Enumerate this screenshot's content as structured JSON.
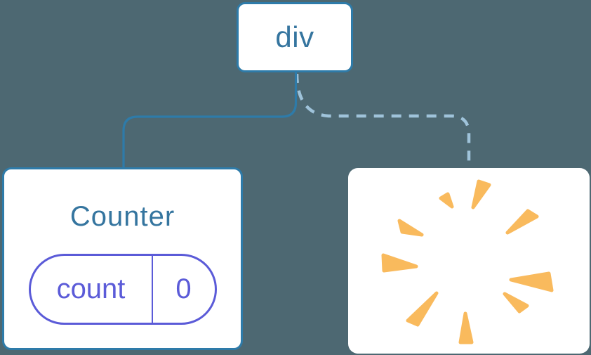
{
  "colors": {
    "background": "#4D6872",
    "accent-blue": "#2E7BA9",
    "text-blue": "#35759F",
    "dashed-blue": "#9FC3DA",
    "state-purple": "#5B5BD8",
    "poof-orange": "#F9BA5D",
    "card-white": "#FFFFFF"
  },
  "diagram": {
    "root": {
      "label": "div"
    },
    "counter": {
      "title": "Counter",
      "state": {
        "key": "count",
        "value": "0"
      }
    },
    "removed": {
      "icon": "poof-explosion-icon"
    },
    "connectors": {
      "kept_branch": "solid",
      "removed_branch": "dashed"
    }
  }
}
